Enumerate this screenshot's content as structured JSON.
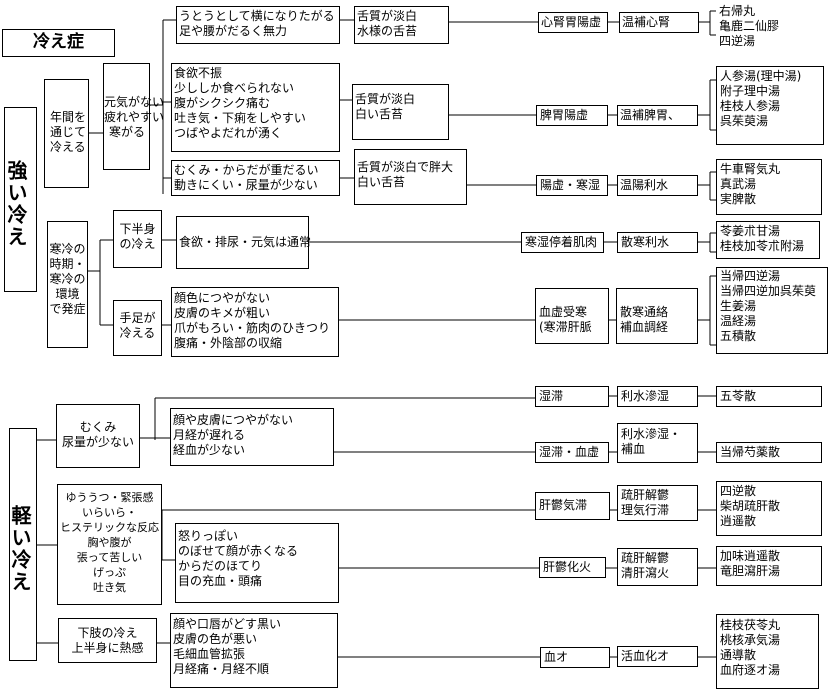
{
  "title": "冷え症",
  "strong": {
    "label": "強い冷え",
    "group1": {
      "cause": "年間を\n通じて\n冷える",
      "type": "元気がない\n疲れやすい\n寒がる",
      "rows": [
        {
          "symptoms": "うとうとして横になりたがる\n足や腰がだるく無力",
          "tongue": "舌質が淡白\n水様の舌苔",
          "diagnosis": "心腎胃陽虚",
          "treatment": "温補心腎",
          "formulas": "右帰丸\n亀鹿二仙膠\n四逆湯"
        },
        {
          "symptoms": "食欲不振\n少ししか食べられない\n腹がシクシク痛む\n吐き気・下痢をしやすい\nつばやよだれが湧く",
          "tongue": "舌質が淡白\n白い舌苔",
          "diagnosis": "脾胃陽虚",
          "treatment": "温補脾胃、",
          "formulas": "人参湯(理中湯)\n附子理中湯\n桂枝人参湯\n呉茱萸湯"
        },
        {
          "symptoms": "むくみ・からだが重だるい\n動きにくい・尿量が少ない",
          "tongue": "舌質が淡白で胖大\n白い舌苔",
          "diagnosis": "陽虚・寒湿",
          "treatment": "温陽利水",
          "formulas": "牛車腎気丸\n真武湯\n実脾散"
        }
      ]
    },
    "group2": {
      "cause": "寒冷の\n時期・\n寒冷の\n環境\nで発症",
      "rows": [
        {
          "type": "下半身\nの冷え",
          "symptoms": "食欲・排尿・元気は通常",
          "diagnosis": "寒湿停着肌肉",
          "treatment": "散寒利水",
          "formulas": "苓姜朮甘湯\n桂枝加苓朮附湯"
        },
        {
          "type": "手足が\n冷える",
          "symptoms": "顔色につやがない\n皮膚のキメが粗い\n爪がもろい・筋肉のひきつり\n腹痛・外陰部の収縮",
          "diagnosis": "血虚受寒\n(寒滞肝脈",
          "treatment": "散寒通絡\n補血調経",
          "formulas": "当帰四逆湯\n当帰四逆加呉茱萸\n生姜湯\n温経湯\n五積散"
        }
      ]
    }
  },
  "mild": {
    "label": "軽い冷え",
    "group1": {
      "cause": "むくみ\n尿量が少ない",
      "rows": [
        {
          "symptoms": "",
          "diagnosis": "湿滞",
          "treatment": "利水滲湿",
          "formulas": "五苓散"
        },
        {
          "symptoms": "顔や皮膚につやがない\n月経が遅れる\n経血が少ない",
          "diagnosis": "湿滞・血虚",
          "treatment": "利水滲湿・\n補血",
          "formulas": "当帰芍薬散"
        }
      ]
    },
    "group2": {
      "cause": "ゆううつ・緊張感\nいらいら・\nヒステリックな反応\n胸や腹が\n張って苦しい\nげっぷ\n吐き気",
      "rows": [
        {
          "symptoms": "",
          "diagnosis": "肝鬱気滞",
          "treatment": "疏肝解鬱\n理気行滞",
          "formulas": "四逆散\n柴胡疏肝散\n逍遥散"
        },
        {
          "symptoms": "怒りっぽい\nのぼせて顔が赤くなる\nからだのほてり\n目の充血・頭痛",
          "diagnosis": "肝鬱化火",
          "treatment": "疏肝解鬱\n清肝瀉火",
          "formulas": "加味逍遥散\n竜胆瀉肝湯"
        }
      ]
    },
    "group3": {
      "cause": "下肢の冷え\n上半身に熱感",
      "symptoms": "顔や口唇がどす黒い\n皮膚の色が悪い\n毛細血管拡張\n月経痛・月経不順",
      "diagnosis": "血オ",
      "treatment": "活血化オ",
      "formulas": "桂枝茯苓丸\n桃核承気湯\n通導散\n血府逐オ湯"
    }
  }
}
